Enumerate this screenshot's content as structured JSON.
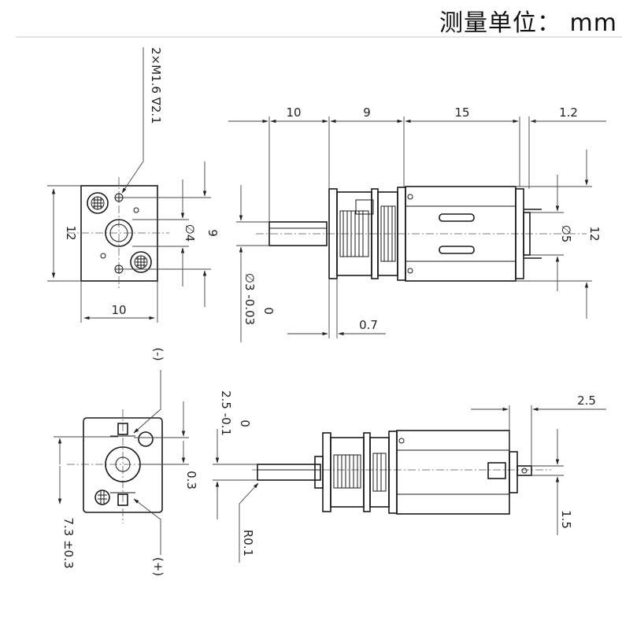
{
  "header": {
    "unit_label": "测量单位：  mm"
  },
  "labels": {
    "hole_spec": "2×M1.6 ∇2.1",
    "front_height": "12",
    "front_width": "10",
    "front_bore": "∅4",
    "front_hole_span": "9",
    "shaft_diameter": "∅3 -0.03",
    "shaft_tolerance": "0",
    "len_shaft": "10",
    "len_gearbox": "9",
    "len_motor": "15",
    "len_cap": "1.2",
    "side_thickness": "0.7",
    "end_boss": "∅5",
    "side_height": "12",
    "term_neg": "(-)",
    "term_pos": "(+)",
    "flat_depth": "2.5 -0.1",
    "flat_tolerance": "0",
    "offset_small": "0.3",
    "offset_center": "7.3 ±0.3",
    "fillet": "R0.1",
    "terminal_len": "2.5",
    "terminal_width": "1.5"
  },
  "colors": {
    "line": "#1a1a1a",
    "dim": "#444444"
  }
}
